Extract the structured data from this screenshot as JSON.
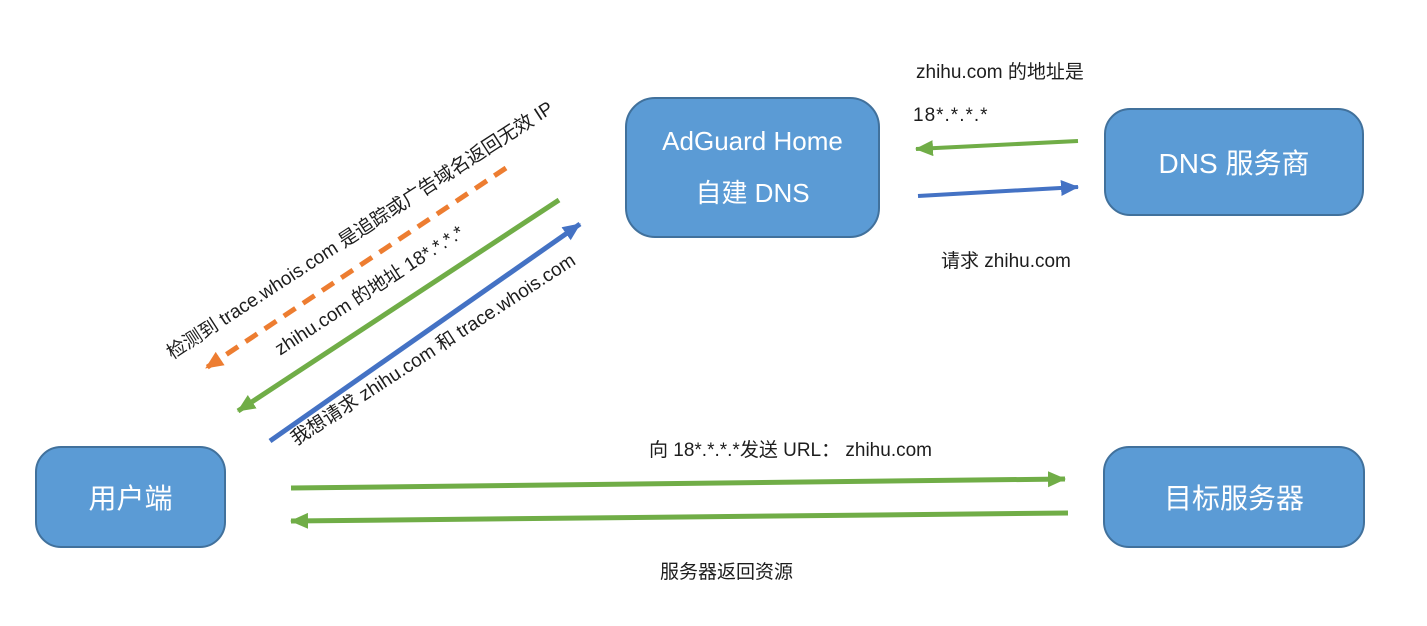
{
  "diagram_title": "AdGuard Home DNS flow diagram",
  "colors": {
    "box_fill": "#5B9BD5",
    "box_border": "#41719C",
    "green": "#70AD47",
    "blue": "#4472C4",
    "orange": "#ED7D31",
    "text": "#1d1d1d"
  },
  "nodes": {
    "adguard": {
      "line1": "AdGuard Home",
      "line2": "自建 DNS"
    },
    "dns_provider": {
      "label": "DNS 服务商"
    },
    "client": {
      "label": "用户端"
    },
    "target_server": {
      "label": "目标服务器"
    }
  },
  "labels": {
    "dns_reply_title": "zhihu.com 的地址是",
    "dns_reply_ip": "18*.*.*.*",
    "dns_request": "请求 zhihu.com",
    "detect_invalid": "检测到 trace.whois.com 是追踪或广告域名返回无效 IP",
    "zhihu_addr": "zhihu.com 的地址 18*.*.*.*",
    "client_request": "我想请求 zhihu.com 和 trace.whois.com",
    "send_url": "向 18*.*.*.*发送 URL： zhihu.com",
    "server_return": "服务器返回资源"
  },
  "arrows": [
    {
      "name": "dns-reply-green",
      "from": "DNS 服务商",
      "to": "AdGuard Home 自建 DNS",
      "color": "green",
      "style": "solid"
    },
    {
      "name": "dns-request-blue",
      "from": "AdGuard Home 自建 DNS",
      "to": "DNS 服务商",
      "color": "blue",
      "style": "solid"
    },
    {
      "name": "detect-invalid-orange",
      "from": "AdGuard Home 自建 DNS",
      "to": "用户端",
      "color": "orange",
      "style": "dashed"
    },
    {
      "name": "zhihu-addr-green",
      "from": "AdGuard Home 自建 DNS",
      "to": "用户端",
      "color": "green",
      "style": "solid"
    },
    {
      "name": "client-request-blue",
      "from": "用户端",
      "to": "AdGuard Home 自建 DNS",
      "color": "blue",
      "style": "solid"
    },
    {
      "name": "send-url-green",
      "from": "用户端",
      "to": "目标服务器",
      "color": "green",
      "style": "solid"
    },
    {
      "name": "server-return-green",
      "from": "目标服务器",
      "to": "用户端",
      "color": "green",
      "style": "solid"
    }
  ]
}
